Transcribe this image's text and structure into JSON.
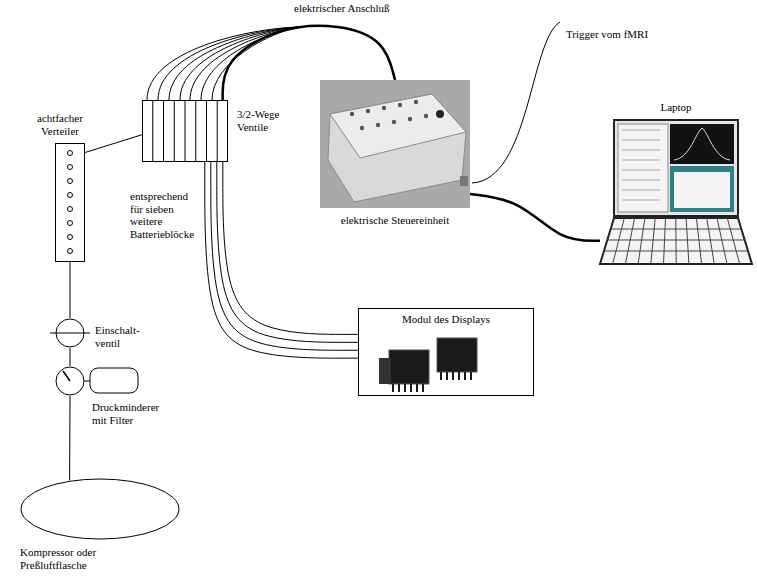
{
  "diagram": {
    "nodes": [
      {
        "text": [
          "achtfacher Verteiler"
        ]
      },
      {
        "text": [
          "3/2-Wege Ventile"
        ]
      },
      {
        "text": [
          "elektrische Steuereinheit"
        ]
      },
      {
        "text": [
          "Laptop"
        ]
      },
      {
        "text": [
          "Modul des Displays"
        ]
      },
      {
        "text": [
          "Einschalt- ventil"
        ]
      },
      {
        "text": [
          "Druckminderer mit Filter"
        ]
      },
      {
        "text": [
          "Kompressor oder Preßluftflasche"
        ]
      }
    ],
    "edges": [
      {
        "from": 0,
        "to": 1,
        "arrow": "none"
      },
      {
        "from": 1,
        "to": 2,
        "arrow": "none",
        "label": "elektrischer Anschluß"
      },
      {
        "from": 2,
        "to": 3,
        "arrow": "none"
      },
      {
        "from": 1,
        "to": 4,
        "arrow": "none"
      },
      {
        "from": 1,
        "to": 4,
        "arrow": "none"
      },
      {
        "from": 1,
        "to": 4,
        "arrow": "none"
      },
      {
        "from": 1,
        "to": 4,
        "arrow": "none"
      },
      {
        "from": 0,
        "to": 5,
        "arrow": "none"
      },
      {
        "from": 5,
        "to": 6,
        "arrow": "none"
      },
      {
        "from": 6,
        "to": 7,
        "arrow": "none"
      }
    ],
    "labels": [
      "Trigger vom fMRI",
      "entsprechend für sieben weitere Batterieblöcke"
    ]
  }
}
